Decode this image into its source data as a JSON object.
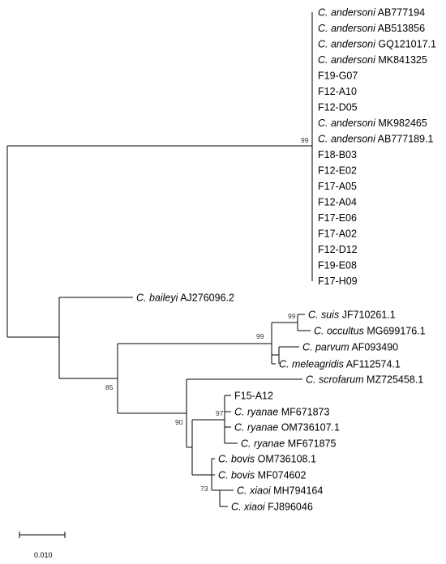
{
  "taxa": {
    "t1": {
      "sp": "C. andersoni",
      "acc": "AB777194"
    },
    "t2": {
      "sp": "C. andersoni",
      "acc": "AB513856"
    },
    "t3": {
      "sp": "C. andersoni",
      "acc": "GQ121017.1"
    },
    "t4": {
      "sp": "C. andersoni",
      "acc": "MK841325"
    },
    "t5": {
      "sp": "",
      "acc": "F19-G07"
    },
    "t6": {
      "sp": "",
      "acc": "F12-A10"
    },
    "t7": {
      "sp": "",
      "acc": "F12-D05"
    },
    "t8": {
      "sp": "C. andersoni",
      "acc": "MK982465"
    },
    "t9": {
      "sp": "C. andersoni",
      "acc": "AB777189.1"
    },
    "t10": {
      "sp": "",
      "acc": "F18-B03"
    },
    "t11": {
      "sp": "",
      "acc": "F12-E02"
    },
    "t12": {
      "sp": "",
      "acc": "F17-A05"
    },
    "t13": {
      "sp": "",
      "acc": "F12-A04"
    },
    "t14": {
      "sp": "",
      "acc": "F17-E06"
    },
    "t15": {
      "sp": "",
      "acc": "F17-A02"
    },
    "t16": {
      "sp": "",
      "acc": "F12-D12"
    },
    "t17": {
      "sp": "",
      "acc": "F19-E08"
    },
    "t18": {
      "sp": "",
      "acc": "F17-H09"
    },
    "t19": {
      "sp": "C. baileyi",
      "acc": "AJ276096.2"
    },
    "t20": {
      "sp": "C. suis",
      "acc": "JF710261.1"
    },
    "t21": {
      "sp": "C. occultus",
      "acc": "MG699176.1"
    },
    "t22": {
      "sp": "C. parvum",
      "acc": "AF093490"
    },
    "t23": {
      "sp": "C. meleagridis",
      "acc": "AF112574.1"
    },
    "t24": {
      "sp": "C. scrofarum",
      "acc": "MZ725458.1"
    },
    "t25": {
      "sp": "",
      "acc": "F15-A12"
    },
    "t26": {
      "sp": "C. ryanae",
      "acc": "MF671873"
    },
    "t27": {
      "sp": "C. ryanae",
      "acc": "OM736107.1"
    },
    "t28": {
      "sp": "C. ryanae",
      "acc": "MF671875"
    },
    "t29": {
      "sp": "C. bovis",
      "acc": "OM736108.1"
    },
    "t30": {
      "sp": "C. bovis",
      "acc": "MF074602"
    },
    "t31": {
      "sp": "C. xiaoi",
      "acc": "MH794164"
    },
    "t32": {
      "sp": "C. xiaoi",
      "acc": "FJ896046"
    }
  },
  "bootstrap": {
    "andersoni_clade": "99",
    "suis_occultus": "99",
    "parvum_group": "99",
    "main_clade": "85",
    "bovine_clade": "90",
    "ryanae": "97",
    "xiaoi": "73"
  },
  "scale_bar": {
    "label": "0.010"
  }
}
